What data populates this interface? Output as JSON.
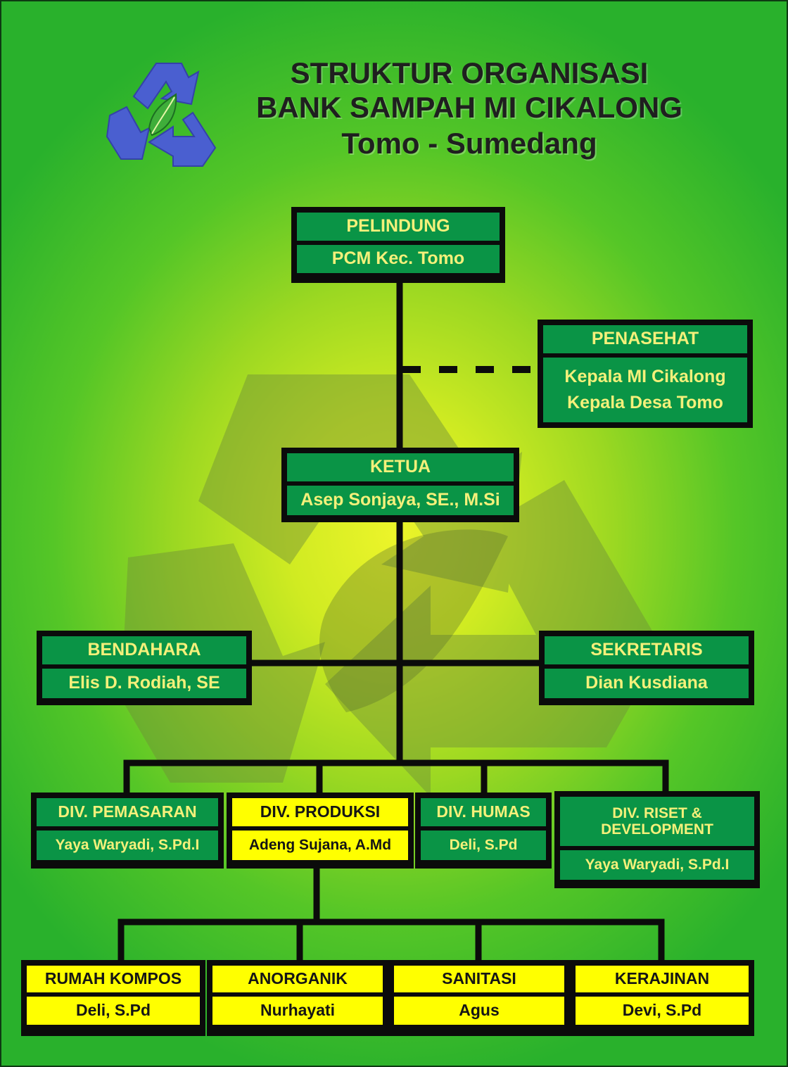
{
  "title": {
    "line1": "STRUKTUR ORGANISASI",
    "line2": "BANK SAMPAH MI CIKALONG",
    "line3": "Tomo - Sumedang"
  },
  "logo_icon": "recycle-leaf-icon",
  "colors": {
    "box_fill": "#0a9446",
    "box_text": "#f4f07a",
    "highlight_fill": "#ffff00",
    "highlight_text": "#151515",
    "border": "#0b0b0b"
  },
  "pelindung": {
    "role": "PELINDUNG",
    "name": "PCM  Kec. Tomo"
  },
  "penasehat": {
    "role": "PENASEHAT",
    "names": [
      "Kepala MI Cikalong",
      "Kepala Desa Tomo"
    ]
  },
  "ketua": {
    "role": "KETUA",
    "name": "Asep Sonjaya, SE., M.Si"
  },
  "bendahara": {
    "role": "BENDAHARA",
    "name": "Elis D. Rodiah, SE"
  },
  "sekretaris": {
    "role": "SEKRETARIS",
    "name": "Dian Kusdiana"
  },
  "divisions": [
    {
      "role": "DIV. PEMASARAN",
      "name": "Yaya Waryadi, S.Pd.I"
    },
    {
      "role": "DIV. PRODUKSI",
      "name": "Adeng Sujana, A.Md"
    },
    {
      "role": "DIV. HUMAS",
      "name": "Deli, S.Pd"
    },
    {
      "role": "DIV. RISET & DEVELOPMENT",
      "name": "Yaya Waryadi, S.Pd.I"
    }
  ],
  "units": [
    {
      "role": "RUMAH KOMPOS",
      "name": "Deli, S.Pd"
    },
    {
      "role": "ANORGANIK",
      "name": "Nurhayati"
    },
    {
      "role": "SANITASI",
      "name": "Agus"
    },
    {
      "role": "KERAJINAN",
      "name": "Devi, S.Pd"
    }
  ]
}
